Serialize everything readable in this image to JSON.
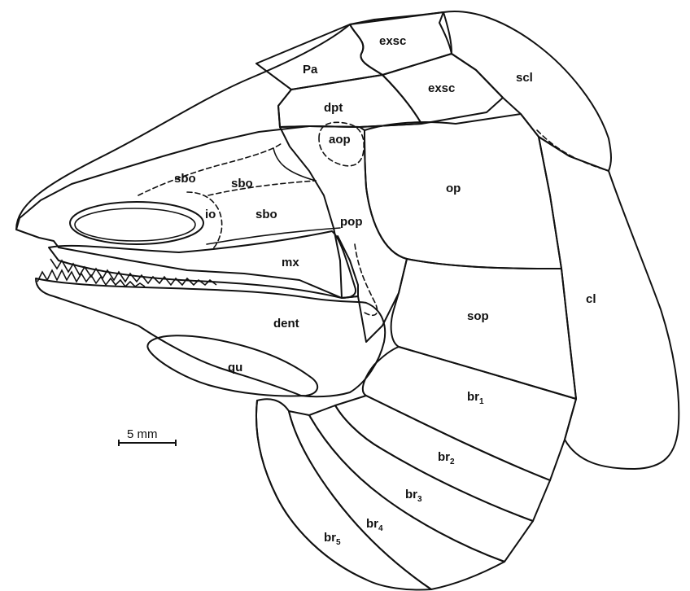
{
  "labels": {
    "pa": "Pa",
    "exsc_upper": "exsc",
    "exsc_lower": "exsc",
    "scl": "scl",
    "dpt": "dpt",
    "aop": "aop",
    "op": "op",
    "sbo_1": "sbo",
    "sbo_2": "sbo",
    "sbo_3": "sbo",
    "io": "io",
    "pop": "pop",
    "mx": "mx",
    "cl": "cl",
    "sop": "sop",
    "dent": "dent",
    "qu": "qu",
    "br_prefix": "br",
    "br1_sub": "1",
    "br2_sub": "2",
    "br3_sub": "3",
    "br4_sub": "4",
    "br5_sub": "5"
  },
  "scale_bar": {
    "label": "5 mm"
  }
}
